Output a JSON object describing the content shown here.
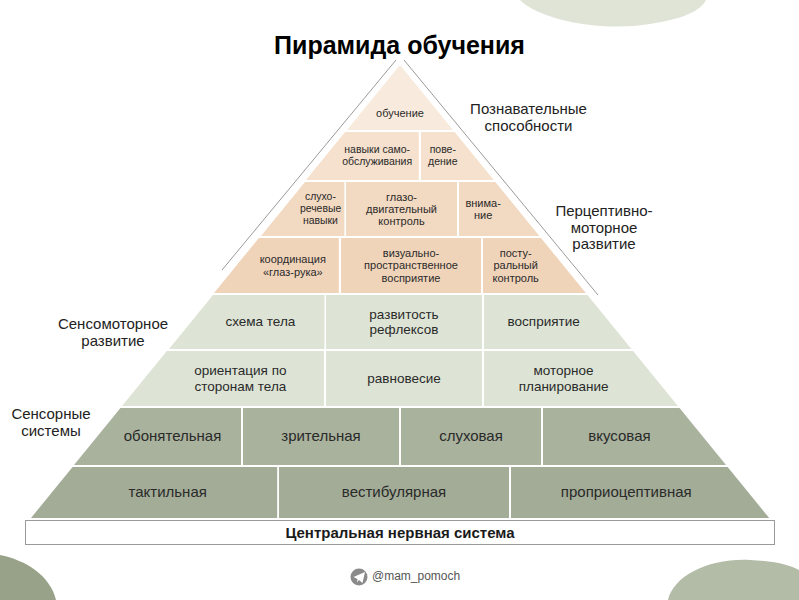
{
  "diagram": {
    "title": "Пирамида обучения",
    "nodes": [
      {
        "text": [
          "обучение"
        ]
      },
      {
        "text": [
          "навыки само- обслуживания"
        ]
      },
      {
        "text": [
          "пове- дение"
        ]
      },
      {
        "text": [
          "слухо- речевые навыки"
        ]
      },
      {
        "text": [
          "глазо- двигательный контроль"
        ]
      },
      {
        "text": [
          "внима- ние"
        ]
      },
      {
        "text": [
          "координация «глаз-рука»"
        ]
      },
      {
        "text": [
          "визуально- пространственное восприятие"
        ]
      },
      {
        "text": [
          "посту- ральный контроль"
        ]
      },
      {
        "text": [
          "схема тела"
        ]
      },
      {
        "text": [
          "развитость рефлексов"
        ]
      },
      {
        "text": [
          "восприятие"
        ]
      },
      {
        "text": [
          "ориентация по сторонам тела"
        ]
      },
      {
        "text": [
          "равновесие"
        ]
      },
      {
        "text": [
          "моторное планирование"
        ]
      },
      {
        "text": [
          "обонятельная"
        ]
      },
      {
        "text": [
          "зрительная"
        ]
      },
      {
        "text": [
          "слуховая"
        ]
      },
      {
        "text": [
          "вкусовая"
        ]
      },
      {
        "text": [
          "тактильная"
        ]
      },
      {
        "text": [
          "вестибулярная"
        ]
      },
      {
        "text": [
          "проприоцептивная"
        ]
      },
      {
        "text": [
          "Центральная нервная система"
        ]
      }
    ],
    "labels": [
      "Познавательные способности",
      "Перцептивно- моторное развитие",
      "Сенсомоторное развитие",
      "Сенсорные системы",
      "@mam_pomoch"
    ]
  }
}
